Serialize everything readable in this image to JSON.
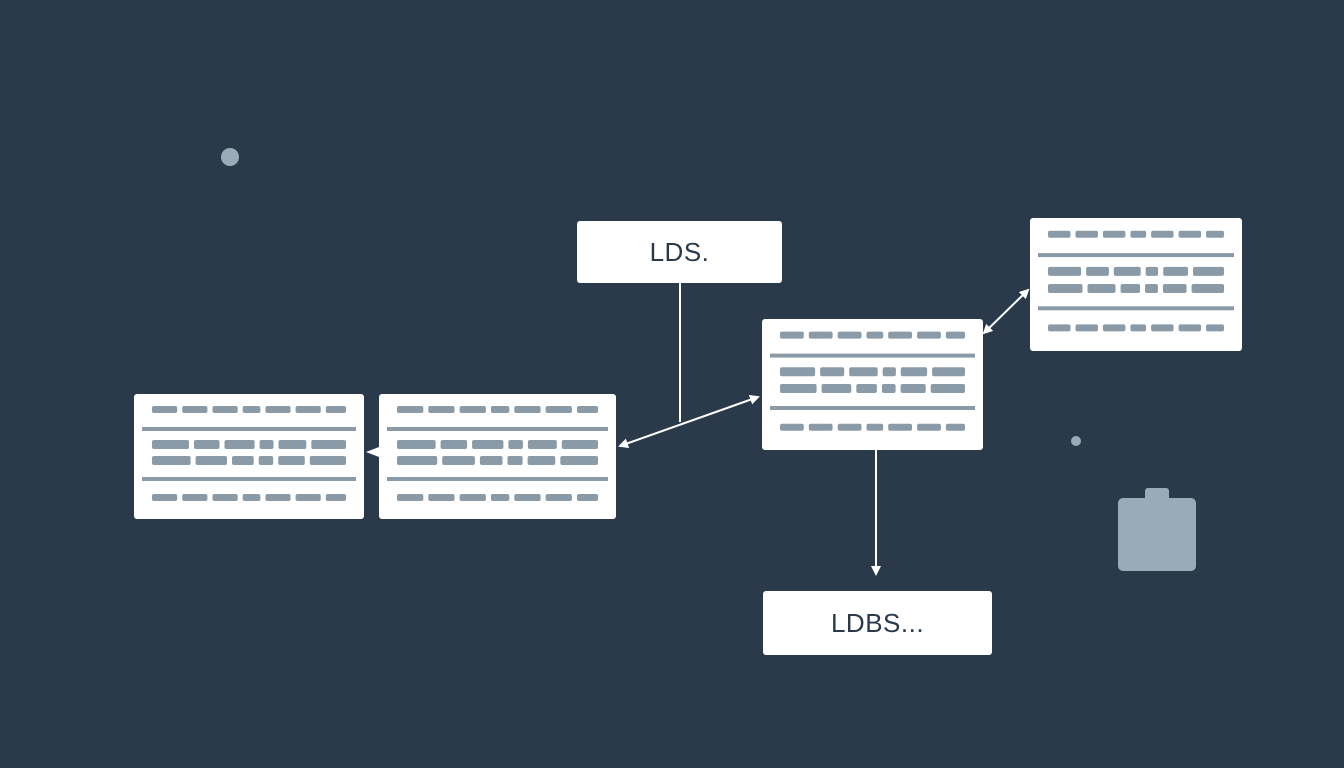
{
  "colors": {
    "background": "#2b3a4a",
    "card": "#ffffff",
    "bar": "#8a9aa6",
    "connector": "#ffffff",
    "accent_shape": "#9aabb8"
  },
  "labels": {
    "top": "LDS.",
    "bottom": "LDBS..."
  },
  "nodes": [
    {
      "id": "table-card-1",
      "kind": "table-icon"
    },
    {
      "id": "table-card-2",
      "kind": "table-icon"
    },
    {
      "id": "table-card-3",
      "kind": "table-icon"
    },
    {
      "id": "table-card-4",
      "kind": "table-icon"
    }
  ],
  "decorations": [
    {
      "id": "dot",
      "icon": "circle-icon"
    },
    {
      "id": "dot-small",
      "icon": "circle-icon"
    },
    {
      "id": "clipboard",
      "icon": "clipboard-icon"
    }
  ]
}
